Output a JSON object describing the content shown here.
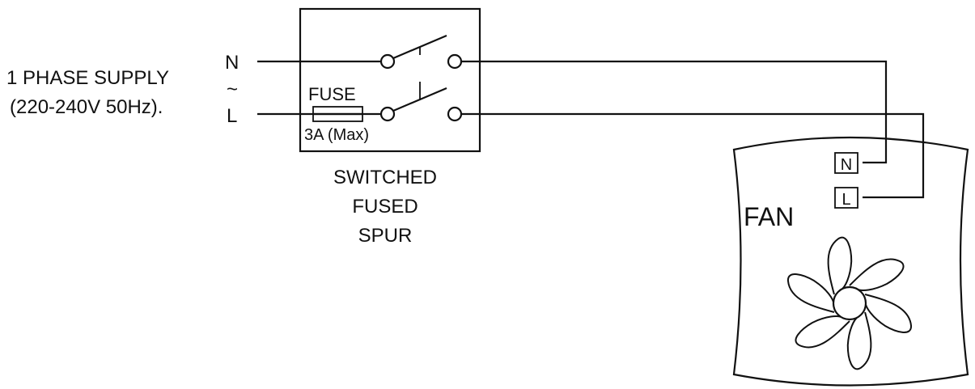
{
  "supply": {
    "line1": "1 PHASE SUPPLY",
    "line2": "(220-240V 50Hz).",
    "neutral_label": "N",
    "tilde_label": "~",
    "live_label": "L"
  },
  "spur": {
    "fuse_label": "FUSE",
    "fuse_rating": "3A (Max)",
    "caption_line1": "SWITCHED",
    "caption_line2": "FUSED",
    "caption_line3": "SPUR"
  },
  "fan": {
    "title": "FAN",
    "terminal_n": "N",
    "terminal_l": "L"
  },
  "colors": {
    "line": "#111111",
    "background": "#ffffff"
  }
}
